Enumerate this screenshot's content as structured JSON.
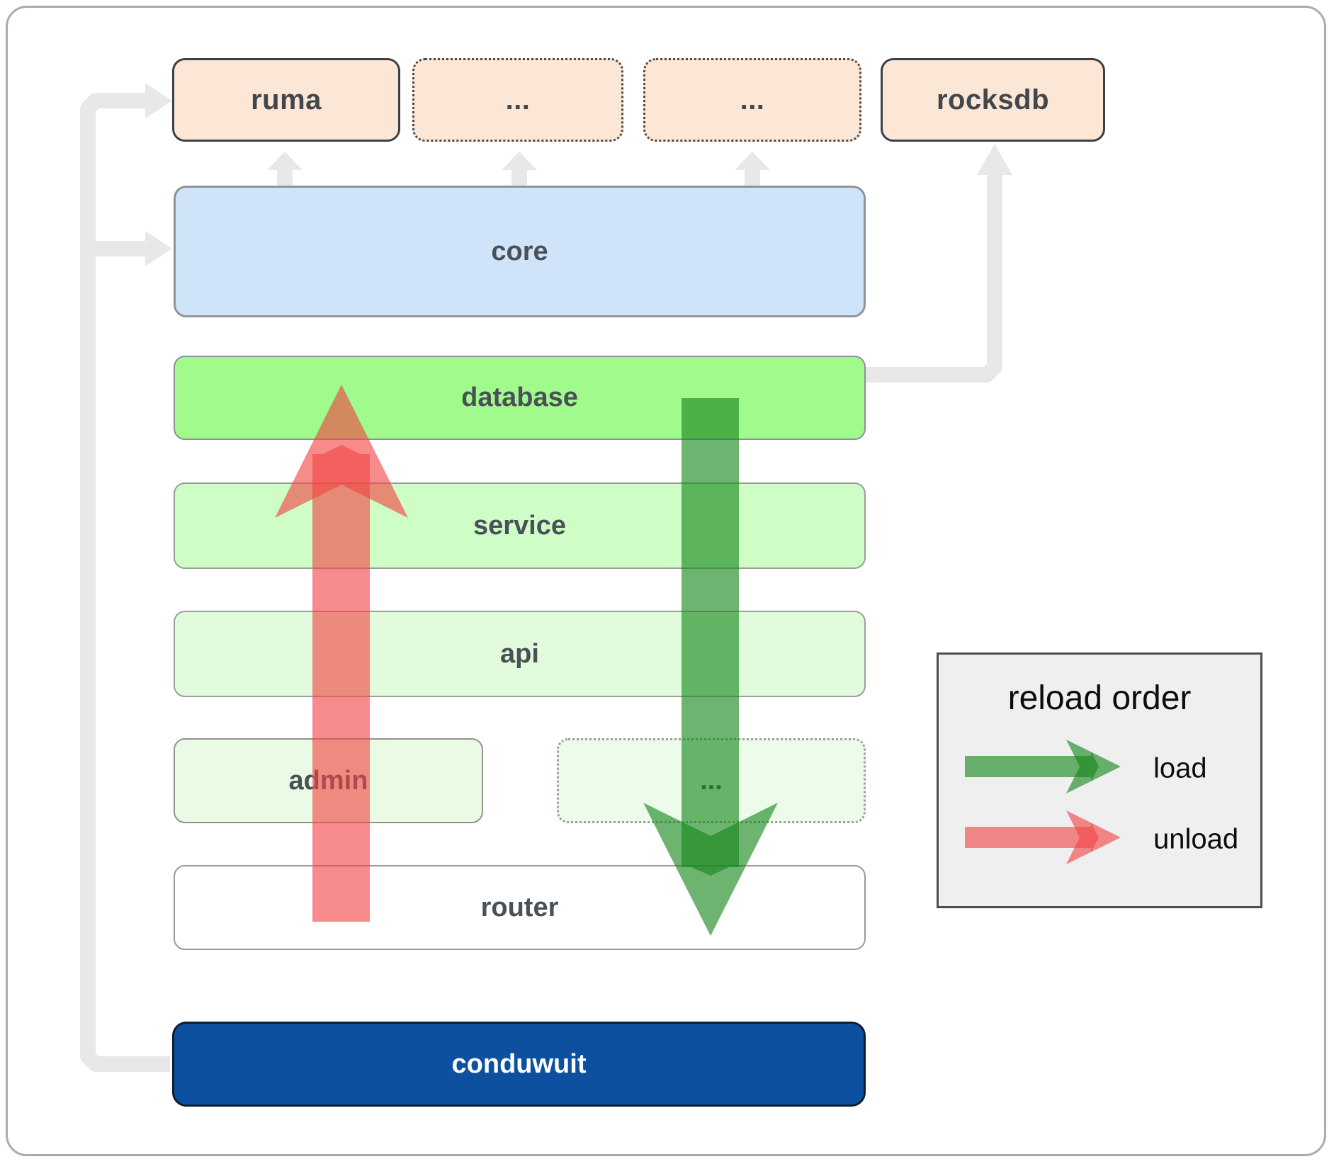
{
  "boxes": {
    "ruma": "ruma",
    "more1": "...",
    "more2": "...",
    "rocksdb": "rocksdb",
    "core": "core",
    "database": "database",
    "service": "service",
    "api": "api",
    "admin": "admin",
    "admin_more": "...",
    "router": "router",
    "conduwuit": "conduwuit"
  },
  "legend": {
    "title": "reload order",
    "load_label": "load",
    "unload_label": "unload"
  },
  "icons": {
    "load_arrow": "green-down-arrow",
    "unload_arrow": "red-up-arrow",
    "dependency_arrows": "gray-connector-arrows"
  },
  "colors": {
    "peach_box": "#fce6d5",
    "core_blue": "#cfe3f9",
    "database_green": "#a0fa8c",
    "service_green": "#cefdc6",
    "api_green": "#e2fbdc",
    "admin_green": "#eafbe5",
    "router_white": "#ffffff",
    "conduwuit_blue": "#0d509f",
    "load_green": "#15861a",
    "unload_red": "#f24444",
    "connector_gray": "#e8e8e8",
    "legend_bg": "#efefef"
  }
}
